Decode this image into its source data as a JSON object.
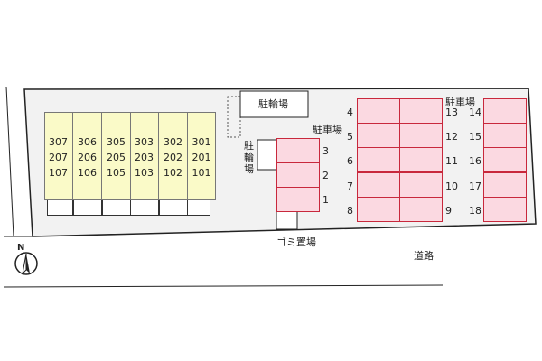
{
  "units": [
    {
      "floors": [
        "307",
        "207",
        "107"
      ]
    },
    {
      "floors": [
        "306",
        "206",
        "106"
      ]
    },
    {
      "floors": [
        "305",
        "205",
        "105"
      ]
    },
    {
      "floors": [
        "303",
        "203",
        "103"
      ]
    },
    {
      "floors": [
        "302",
        "202",
        "102"
      ]
    },
    {
      "floors": [
        "301",
        "201",
        "101"
      ]
    }
  ],
  "labels": {
    "bike_parking_top": "駐輪場",
    "bike_parking_left": "駐輪場",
    "parking_a": "駐車場",
    "parking_b": "駐車場",
    "garbage": "ゴミ置場",
    "road": "道路",
    "north": "N"
  },
  "parking": {
    "small": [
      "3",
      "2",
      "1"
    ],
    "mid_left": [
      "4",
      "5",
      "6",
      "7",
      "8"
    ],
    "mid_right": [
      "13",
      "12",
      "11",
      "10",
      "9"
    ],
    "right": [
      "14",
      "15",
      "16",
      "17",
      "18"
    ]
  },
  "colors": {
    "building": "#fafac8",
    "parking": "#fbd9e1",
    "parking_border": "#c8283c"
  }
}
